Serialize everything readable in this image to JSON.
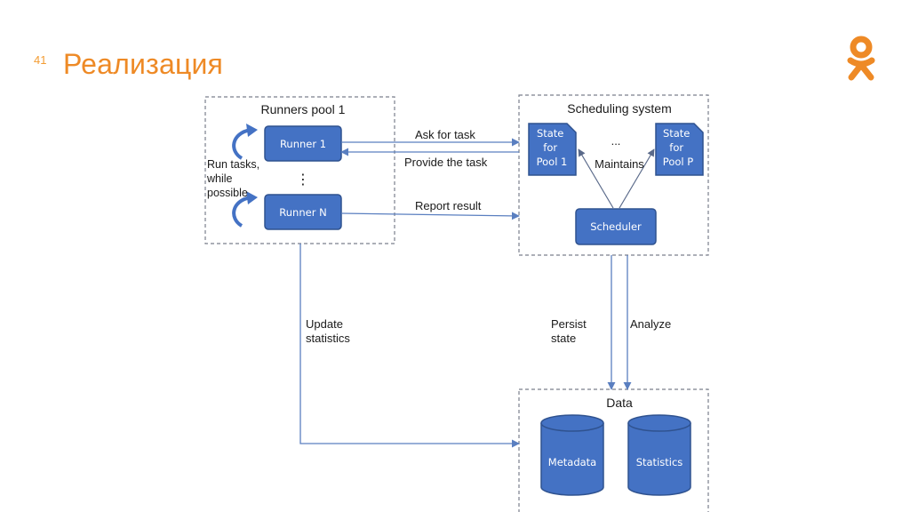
{
  "slide": {
    "number": "41",
    "title": "Реализация",
    "logo_icon": "odnoklassniki-logo-icon",
    "accent_color": "#ee8a26"
  },
  "diagram": {
    "runners_pool": {
      "title": "Runners pool 1",
      "runner_first": "Runner 1",
      "runner_last": "Runner N",
      "ellipsis": "⋮",
      "loop_label": [
        "Run tasks,",
        "while",
        "possible"
      ],
      "loop_icon": "curved-arrow-icon"
    },
    "scheduling_system": {
      "title": "Scheduling system",
      "state_first": [
        "State",
        "for",
        "Pool 1"
      ],
      "state_last": [
        "State",
        "for",
        "Pool P"
      ],
      "ellipsis": "...",
      "maintains_label": "Maintains",
      "scheduler": "Scheduler"
    },
    "data_store": {
      "title": "Data",
      "metadata": "Metadata",
      "statistics": "Statistics"
    },
    "edges": {
      "ask_for_task": "Ask for task",
      "provide_task": "Provide the task",
      "report_result": "Report result",
      "update_statistics": [
        "Update",
        "statistics"
      ],
      "persist_state": [
        "Persist",
        "state"
      ],
      "analyze": "Analyze"
    },
    "colors": {
      "box_fill": "#4472c4",
      "box_stroke": "#2f528f",
      "dashed_border": "#7a7f8c",
      "arrow": "#5a7fc0"
    }
  }
}
